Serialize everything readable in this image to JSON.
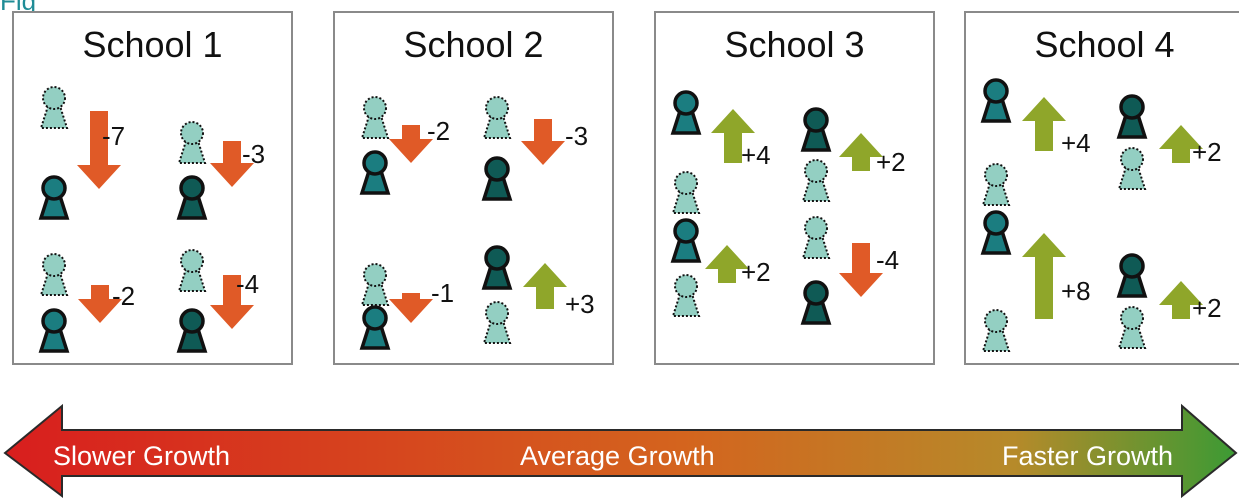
{
  "heading": "Fig",
  "colors": {
    "person_solid": "#1b7d80",
    "person_dark": "#0f5a55",
    "person_faded": "#93cfc2",
    "arrow_down": "#e05a27",
    "arrow_up": "#8fa62a",
    "growth_slow": "#d81e1e",
    "growth_avg": "#d4641e",
    "growth_fast": "#3c9a34"
  },
  "schools": [
    {
      "title": "School 1",
      "students": [
        {
          "change": "-7",
          "direction": "down",
          "magnitude": 7
        },
        {
          "change": "-3",
          "direction": "down",
          "magnitude": 3
        },
        {
          "change": "-2",
          "direction": "down",
          "magnitude": 2
        },
        {
          "change": "-4",
          "direction": "down",
          "magnitude": 4
        }
      ]
    },
    {
      "title": "School 2",
      "students": [
        {
          "change": "-2",
          "direction": "down",
          "magnitude": 2
        },
        {
          "change": "-3",
          "direction": "down",
          "magnitude": 3
        },
        {
          "change": "-1",
          "direction": "down",
          "magnitude": 1
        },
        {
          "change": "+3",
          "direction": "up",
          "magnitude": 3
        }
      ]
    },
    {
      "title": "School 3",
      "students": [
        {
          "change": "+4",
          "direction": "up",
          "magnitude": 4
        },
        {
          "change": "+2",
          "direction": "up",
          "magnitude": 2
        },
        {
          "change": "+2",
          "direction": "up",
          "magnitude": 2
        },
        {
          "change": "-4",
          "direction": "down",
          "magnitude": 4
        }
      ]
    },
    {
      "title": "School 4",
      "students": [
        {
          "change": "+4",
          "direction": "up",
          "magnitude": 4
        },
        {
          "change": "+2",
          "direction": "up",
          "magnitude": 2
        },
        {
          "change": "+8",
          "direction": "up",
          "magnitude": 8
        },
        {
          "change": "+2",
          "direction": "up",
          "magnitude": 2
        }
      ]
    }
  ],
  "growth_scale": {
    "left": "Slower Growth",
    "middle": "Average Growth",
    "right": "Faster Growth"
  }
}
